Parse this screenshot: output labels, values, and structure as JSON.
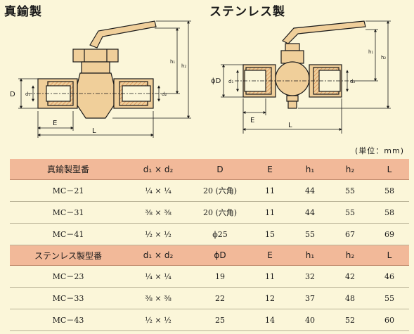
{
  "titles": {
    "brass": "真鍮製",
    "stainless": "ステンレス製"
  },
  "unit_note": "(単位：mm)",
  "dim_labels": {
    "D": "D",
    "d1": "d₁",
    "d2": "d₂",
    "E": "E",
    "L": "L",
    "h1": "h₁",
    "h2": "h₂",
    "phiD": "ϕD"
  },
  "table": {
    "brass_header": [
      "真鍮製型番",
      "d₁ × d₂",
      "D",
      "E",
      "h₁",
      "h₂",
      "L"
    ],
    "brass_rows": [
      [
        "MC－21",
        "¼ × ¼",
        "20 (六角)",
        "11",
        "44",
        "55",
        "58"
      ],
      [
        "MC－31",
        "⅜ × ⅜",
        "20 (六角)",
        "11",
        "44",
        "55",
        "58"
      ],
      [
        "MC－41",
        "½ × ½",
        "ϕ25",
        "15",
        "55",
        "67",
        "69"
      ]
    ],
    "sus_header": [
      "ステンレス製型番",
      "d₁ × d₂",
      "ϕD",
      "E",
      "h₁",
      "h₂",
      "L"
    ],
    "sus_rows": [
      [
        "MC－23",
        "¼ × ¼",
        "19",
        "11",
        "32",
        "42",
        "46"
      ],
      [
        "MC－33",
        "⅜ × ⅜",
        "22",
        "12",
        "37",
        "48",
        "55"
      ],
      [
        "MC－43",
        "½ × ½",
        "25",
        "14",
        "40",
        "52",
        "60"
      ]
    ]
  },
  "colors": {
    "background": "#fbf6d9",
    "header": "#f2b999",
    "part_fill": "#f0cf9a",
    "hatch": "#d98a4e"
  }
}
